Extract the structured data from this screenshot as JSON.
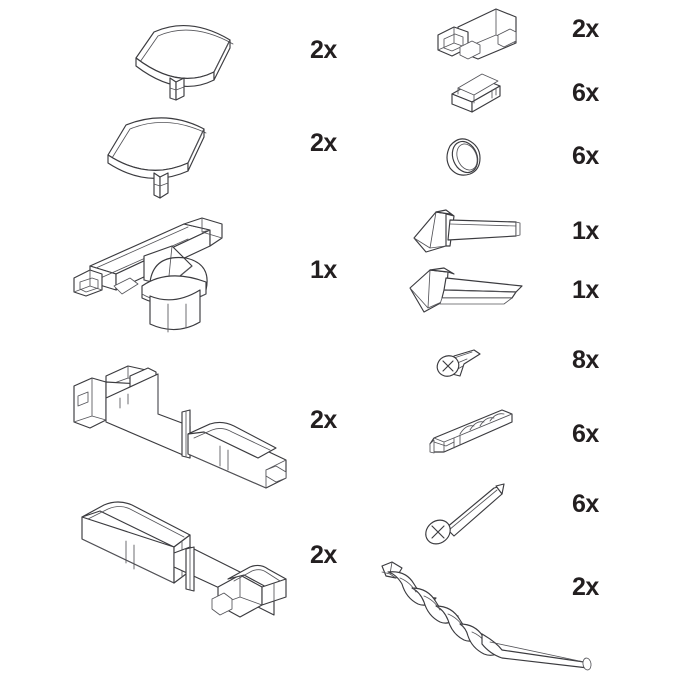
{
  "document": {
    "type": "assembly-parts-list",
    "title": "",
    "background_color": "#ffffff",
    "line_color": "#3b3b3f",
    "text_color": "#231f20"
  },
  "columns": {
    "left": {
      "parts": [
        {
          "id": "end-cap-upper",
          "name": "Curved end cap with clip tab",
          "quantity_label": "2x"
        },
        {
          "id": "end-cap-lower",
          "name": "Curved end cap with clip tab (mirrored)",
          "quantity_label": "2x"
        },
        {
          "id": "t-connector",
          "name": "T-shaped joint connector with collar",
          "quantity_label": "1x"
        },
        {
          "id": "rail-bracket-left",
          "name": "Long rail bracket assembly",
          "quantity_label": "2x"
        },
        {
          "id": "rail-bracket-right",
          "name": "Long rail bracket assembly (mirrored)",
          "quantity_label": "2x"
        }
      ]
    },
    "right": {
      "parts": [
        {
          "id": "block-connector",
          "name": "Rectangular block connector",
          "quantity_label": "2x"
        },
        {
          "id": "spacer-block",
          "name": "Small ribbed spacer block",
          "quantity_label": "6x"
        },
        {
          "id": "round-cap",
          "name": "Round cover cap / plug",
          "quantity_label": "6x"
        },
        {
          "id": "hex-tool-a",
          "name": "Angled wedge tool, narrow blade",
          "quantity_label": "1x"
        },
        {
          "id": "hex-tool-b",
          "name": "Angled wedge tool, flat blade",
          "quantity_label": "1x"
        },
        {
          "id": "screw-short",
          "name": "Short Phillips head screw",
          "quantity_label": "8x"
        },
        {
          "id": "wall-anchor",
          "name": "Ribbed wall plug anchor",
          "quantity_label": "6x"
        },
        {
          "id": "screw-long",
          "name": "Long Phillips head screw",
          "quantity_label": "6x"
        },
        {
          "id": "drill-bit",
          "name": "Twist drill bit",
          "quantity_label": "2x"
        }
      ]
    }
  }
}
